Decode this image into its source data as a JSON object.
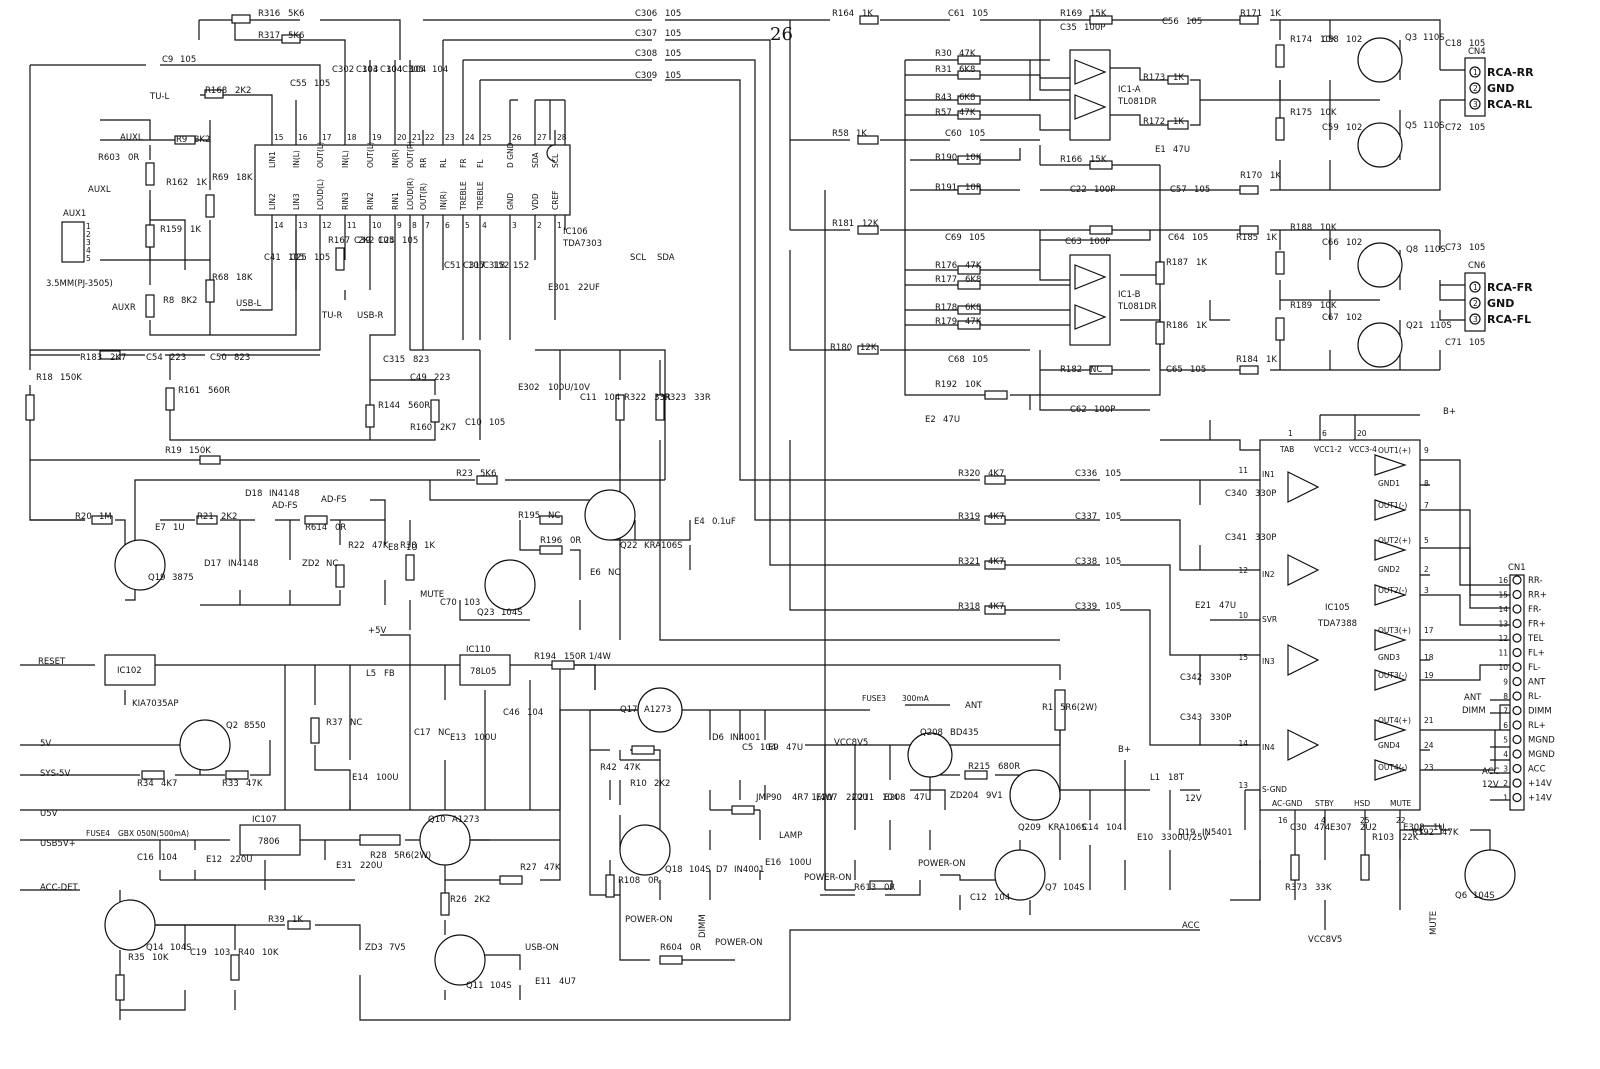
{
  "sheet_number": "26",
  "ics": {
    "ic106": {
      "ref": "IC106",
      "part": "TDA7303",
      "top_pins": [
        {
          "num": "15",
          "name": "LIN1"
        },
        {
          "num": "16",
          "name": "IN(L)"
        },
        {
          "num": "17",
          "name": "OUT(L)"
        },
        {
          "num": "18",
          "name": "IN(L)"
        },
        {
          "num": "19",
          "name": "OUT(L)"
        },
        {
          "num": "20",
          "name": "IN(R)"
        },
        {
          "num": "21",
          "name": "OUT(R)"
        },
        {
          "num": "22",
          "name": "RR"
        },
        {
          "num": "23",
          "name": "RL"
        },
        {
          "num": "24",
          "name": "FR"
        },
        {
          "num": "25",
          "name": "FL"
        },
        {
          "num": "26",
          "name": "D GND"
        },
        {
          "num": "27",
          "name": "SDA"
        },
        {
          "num": "28",
          "name": "SCL"
        }
      ],
      "bottom_pins": [
        {
          "num": "14",
          "name": "LIN2"
        },
        {
          "num": "13",
          "name": "LIN3"
        },
        {
          "num": "12",
          "name": "LOUD(L)"
        },
        {
          "num": "11",
          "name": "RIN3"
        },
        {
          "num": "10",
          "name": "RIN2"
        },
        {
          "num": "9",
          "name": "RIN1"
        },
        {
          "num": "8",
          "name": "LOUD(R)"
        },
        {
          "num": "7",
          "name": "OUT(R)"
        },
        {
          "num": "6",
          "name": "IN(R)"
        },
        {
          "num": "5",
          "name": "TREBLE"
        },
        {
          "num": "4",
          "name": "TREBLE"
        },
        {
          "num": "3",
          "name": "GND"
        },
        {
          "num": "2",
          "name": "VDD"
        },
        {
          "num": "1",
          "name": "CREF"
        }
      ]
    },
    "ic1a": {
      "ref": "IC1-A",
      "part": "TL081DR"
    },
    "ic1b": {
      "ref": "IC1-B",
      "part": "TL081DR"
    },
    "ic105": {
      "ref": "IC105",
      "part": "TDA7388",
      "left_pins": [
        {
          "num": "11",
          "name": "IN1"
        },
        {
          "num": "12",
          "name": "IN2"
        },
        {
          "num": "10",
          "name": "SVR"
        },
        {
          "num": "15",
          "name": "IN3"
        },
        {
          "num": "14",
          "name": "IN4"
        },
        {
          "num": "13",
          "name": "S-GND"
        }
      ],
      "top_pins": [
        {
          "num": "1",
          "name": "TAB"
        },
        {
          "num": "6",
          "name": "VCC1-2"
        },
        {
          "num": "20",
          "name": "VCC3-4"
        }
      ],
      "right_pins": [
        {
          "num": "9",
          "name": "OUT1(+)"
        },
        {
          "num": "8",
          "name": "GND1"
        },
        {
          "num": "7",
          "name": "OUT1(-)"
        },
        {
          "num": "5",
          "name": "OUT2(+)"
        },
        {
          "num": "2",
          "name": "GND2"
        },
        {
          "num": "3",
          "name": "OUT2(-)"
        },
        {
          "num": "17",
          "name": "OUT3(+)"
        },
        {
          "num": "18",
          "name": "GND3"
        },
        {
          "num": "19",
          "name": "OUT3(-)"
        },
        {
          "num": "21",
          "name": "OUT4(+)"
        },
        {
          "num": "24",
          "name": "GND4"
        },
        {
          "num": "23",
          "name": "OUT4(-)"
        }
      ],
      "bottom_pins": [
        {
          "num": "16",
          "name": "AC-GND"
        },
        {
          "num": "4",
          "name": "STBY"
        },
        {
          "num": "25",
          "name": "HSD"
        },
        {
          "num": "22",
          "name": "MUTE"
        }
      ]
    },
    "ic102": {
      "ref": "IC102",
      "part": "KIA7035AP"
    },
    "ic110": {
      "ref": "IC110",
      "part": "78L05"
    },
    "ic107": {
      "ref": "IC107",
      "part": "7806"
    }
  },
  "connectors": {
    "cn4": {
      "ref": "CN4",
      "pins": [
        {
          "num": "1",
          "label": "RCA-RR"
        },
        {
          "num": "2",
          "label": "GND"
        },
        {
          "num": "3",
          "label": "RCA-RL"
        }
      ]
    },
    "cn6": {
      "ref": "CN6",
      "pins": [
        {
          "num": "1",
          "label": "RCA-FR"
        },
        {
          "num": "2",
          "label": "GND"
        },
        {
          "num": "3",
          "label": "RCA-FL"
        }
      ]
    },
    "cn1": {
      "ref": "CN1",
      "pins": [
        {
          "num": "16",
          "label": "RR-"
        },
        {
          "num": "15",
          "label": "RR+"
        },
        {
          "num": "14",
          "label": "FR-"
        },
        {
          "num": "13",
          "label": "FR+"
        },
        {
          "num": "12",
          "label": "TEL"
        },
        {
          "num": "11",
          "label": "FL+"
        },
        {
          "num": "10",
          "label": "FL-"
        },
        {
          "num": "9",
          "label": "ANT"
        },
        {
          "num": "8",
          "label": "RL-"
        },
        {
          "num": "7",
          "label": "DIMM"
        },
        {
          "num": "6",
          "label": "RL+"
        },
        {
          "num": "5",
          "label": "MGND"
        },
        {
          "num": "4",
          "label": "MGND"
        },
        {
          "num": "3",
          "label": "ACC"
        },
        {
          "num": "2",
          "label": "+14V"
        },
        {
          "num": "1",
          "label": "+14V"
        }
      ]
    },
    "aux1": {
      "ref": "AUX1",
      "desc": "3.5MM(PJ-3505)",
      "pins": [
        "1",
        "2",
        "3",
        "4",
        "5"
      ]
    }
  },
  "net_labels": [
    "TU-L",
    "AUXL",
    "AUXL",
    "AUXR",
    "USB-L",
    "TU-R",
    "USB-R",
    "SCL",
    "SDA",
    "AD-FS",
    "AD-FS",
    "MUTE",
    "RESET",
    "5V",
    "SYS-5V",
    "U5V",
    "USB5V+",
    "ACC-DET",
    "+5V",
    "USB-ON",
    "POWER-ON",
    "POWER-ON",
    "POWER-ON",
    "POWER-ON",
    "DIMM",
    "LAMP",
    "ANT",
    "VCC8V5",
    "B+",
    "B+",
    "12V",
    "ACC",
    "VCC8V5",
    "MUTE",
    "ANT",
    "DIMM",
    "ACC",
    "12V"
  ],
  "components": [
    {
      "ref": "R316",
      "value": "5K6"
    },
    {
      "ref": "R317",
      "value": "5K6"
    },
    {
      "ref": "C9",
      "value": "105"
    },
    {
      "ref": "R168",
      "value": "2K2"
    },
    {
      "ref": "C55",
      "value": "105"
    },
    {
      "ref": "C302",
      "value": "104"
    },
    {
      "ref": "C303",
      "value": "104"
    },
    {
      "ref": "C304",
      "value": "104"
    },
    {
      "ref": "C305",
      "value": "104"
    },
    {
      "ref": "R9",
      "value": "8K2"
    },
    {
      "ref": "R603",
      "value": "0R"
    },
    {
      "ref": "R162",
      "value": "1K"
    },
    {
      "ref": "R69",
      "value": "18K"
    },
    {
      "ref": "R159",
      "value": "1K"
    },
    {
      "ref": "R68",
      "value": "18K"
    },
    {
      "ref": "R8",
      "value": "8K2"
    },
    {
      "ref": "C41",
      "value": "105"
    },
    {
      "ref": "C25",
      "value": "105"
    },
    {
      "ref": "R167",
      "value": "2K2"
    },
    {
      "ref": "C39",
      "value": "105"
    },
    {
      "ref": "C24",
      "value": "105"
    },
    {
      "ref": "C51",
      "value": "105"
    },
    {
      "ref": "C317",
      "value": "152"
    },
    {
      "ref": "C318",
      "value": "152"
    },
    {
      "ref": "E301",
      "value": "22UF"
    },
    {
      "ref": "C306",
      "value": "105"
    },
    {
      "ref": "C307",
      "value": "105"
    },
    {
      "ref": "C308",
      "value": "105"
    },
    {
      "ref": "C309",
      "value": "105"
    },
    {
      "ref": "R183",
      "value": "2K7"
    },
    {
      "ref": "C54",
      "value": "223"
    },
    {
      "ref": "C50",
      "value": "823"
    },
    {
      "ref": "R161",
      "value": "560R"
    },
    {
      "ref": "R18",
      "value": "150K"
    },
    {
      "ref": "C315",
      "value": "823"
    },
    {
      "ref": "C49",
      "value": "223"
    },
    {
      "ref": "R144",
      "value": "560R"
    },
    {
      "ref": "R160",
      "value": "2K7"
    },
    {
      "ref": "C10",
      "value": "105"
    },
    {
      "ref": "E302",
      "value": "100U/10V"
    },
    {
      "ref": "C11",
      "value": "104"
    },
    {
      "ref": "R322",
      "value": "33R"
    },
    {
      "ref": "R323",
      "value": "33R"
    },
    {
      "ref": "R19",
      "value": "150K"
    },
    {
      "ref": "R23",
      "value": "5K6"
    },
    {
      "ref": "R20",
      "value": "1M"
    },
    {
      "ref": "E7",
      "value": "1U"
    },
    {
      "ref": "R21",
      "value": "2K2"
    },
    {
      "ref": "D18",
      "value": "IN4148"
    },
    {
      "ref": "D17",
      "value": "IN4148"
    },
    {
      "ref": "R614",
      "value": "0R"
    },
    {
      "ref": "ZD2",
      "value": "NC"
    },
    {
      "ref": "R22",
      "value": "47K"
    },
    {
      "ref": "E8",
      "value": "1U"
    },
    {
      "ref": "R38",
      "value": "1K"
    },
    {
      "ref": "Q19",
      "value": "3875"
    },
    {
      "ref": "R195",
      "value": "NC"
    },
    {
      "ref": "R196",
      "value": "0R"
    },
    {
      "ref": "E6",
      "value": "NC"
    },
    {
      "ref": "Q22",
      "value": "KRA106S"
    },
    {
      "ref": "Q23",
      "value": "104S"
    },
    {
      "ref": "C70",
      "value": "103"
    },
    {
      "ref": "E4",
      "value": "0.1uF"
    },
    {
      "ref": "R164",
      "value": "1K"
    },
    {
      "ref": "C61",
      "value": "105"
    },
    {
      "ref": "R169",
      "value": "15K"
    },
    {
      "ref": "C35",
      "value": "100P"
    },
    {
      "ref": "C56",
      "value": "105"
    },
    {
      "ref": "R171",
      "value": "1K"
    },
    {
      "ref": "R30",
      "value": "47K"
    },
    {
      "ref": "R31",
      "value": "6K8"
    },
    {
      "ref": "R173",
      "value": "1K"
    },
    {
      "ref": "R43",
      "value": "6K8"
    },
    {
      "ref": "R57",
      "value": "47K"
    },
    {
      "ref": "R172",
      "value": "1K"
    },
    {
      "ref": "R58",
      "value": "1K"
    },
    {
      "ref": "C60",
      "value": "105"
    },
    {
      "ref": "E1",
      "value": "47U"
    },
    {
      "ref": "R190",
      "value": "10K"
    },
    {
      "ref": "R166",
      "value": "15K"
    },
    {
      "ref": "R191",
      "value": "10R"
    },
    {
      "ref": "C22",
      "value": "100P"
    },
    {
      "ref": "C57",
      "value": "105"
    },
    {
      "ref": "R170",
      "value": "1K"
    },
    {
      "ref": "R174",
      "value": "10K"
    },
    {
      "ref": "C58",
      "value": "102"
    },
    {
      "ref": "R175",
      "value": "10K"
    },
    {
      "ref": "C59",
      "value": "102"
    },
    {
      "ref": "Q3",
      "value": "110S"
    },
    {
      "ref": "Q5",
      "value": "110S"
    },
    {
      "ref": "C18",
      "value": "105"
    },
    {
      "ref": "C72",
      "value": "105"
    },
    {
      "ref": "R181",
      "value": "12K"
    },
    {
      "ref": "C69",
      "value": "105"
    },
    {
      "ref": "C63",
      "value": "100P"
    },
    {
      "ref": "C64",
      "value": "105"
    },
    {
      "ref": "R185",
      "value": "1K"
    },
    {
      "ref": "R176",
      "value": "47K"
    },
    {
      "ref": "R177",
      "value": "6K8"
    },
    {
      "ref": "R187",
      "value": "1K"
    },
    {
      "ref": "R178",
      "value": "6K8"
    },
    {
      "ref": "R179",
      "value": "47K"
    },
    {
      "ref": "R186",
      "value": "1K"
    },
    {
      "ref": "R180",
      "value": "12K"
    },
    {
      "ref": "C68",
      "value": "105"
    },
    {
      "ref": "R182",
      "value": "NC"
    },
    {
      "ref": "C65",
      "value": "105"
    },
    {
      "ref": "R184",
      "value": "1K"
    },
    {
      "ref": "R192",
      "value": "10K"
    },
    {
      "ref": "E2",
      "value": "47U"
    },
    {
      "ref": "C62",
      "value": "100P"
    },
    {
      "ref": "R188",
      "value": "10K"
    },
    {
      "ref": "C66",
      "value": "102"
    },
    {
      "ref": "R189",
      "value": "10K"
    },
    {
      "ref": "C67",
      "value": "102"
    },
    {
      "ref": "Q8",
      "value": "110S"
    },
    {
      "ref": "Q21",
      "value": "110S"
    },
    {
      "ref": "C73",
      "value": "105"
    },
    {
      "ref": "C71",
      "value": "105"
    },
    {
      "ref": "R320",
      "value": "4K7"
    },
    {
      "ref": "C336",
      "value": "105"
    },
    {
      "ref": "R319",
      "value": "4K7"
    },
    {
      "ref": "C337",
      "value": "105"
    },
    {
      "ref": "R321",
      "value": "4K7"
    },
    {
      "ref": "C338",
      "value": "105"
    },
    {
      "ref": "R318",
      "value": "4K7"
    },
    {
      "ref": "C339",
      "value": "105"
    },
    {
      "ref": "C340",
      "value": "330P"
    },
    {
      "ref": "C341",
      "value": "330P"
    },
    {
      "ref": "E21",
      "value": "47U"
    },
    {
      "ref": "C342",
      "value": "330P"
    },
    {
      "ref": "C343",
      "value": "330P"
    },
    {
      "ref": "C30",
      "value": "474"
    },
    {
      "ref": "R373",
      "value": "33K"
    },
    {
      "ref": "E307",
      "value": "2U2"
    },
    {
      "ref": "R103",
      "value": "22K"
    },
    {
      "ref": "E308",
      "value": "1U"
    },
    {
      "ref": "R392",
      "value": "47K"
    },
    {
      "ref": "Q6",
      "value": "104S"
    },
    {
      "ref": "Q2",
      "value": "8550"
    },
    {
      "ref": "R34",
      "value": "4K7"
    },
    {
      "ref": "R33",
      "value": "47K"
    },
    {
      "ref": "L5",
      "value": "FB"
    },
    {
      "ref": "R37",
      "value": "NC"
    },
    {
      "ref": "E14",
      "value": "100U"
    },
    {
      "ref": "C17",
      "value": "NC"
    },
    {
      "ref": "E13",
      "value": "100U"
    },
    {
      "ref": "C46",
      "value": "104"
    },
    {
      "ref": "R194",
      "value": "150R 1/4W"
    },
    {
      "ref": "R28",
      "value": "5R6(2W)"
    },
    {
      "ref": "Q10",
      "value": "A1273"
    },
    {
      "ref": "C16",
      "value": "104"
    },
    {
      "ref": "E12",
      "value": "220U"
    },
    {
      "ref": "E31",
      "value": "220U"
    },
    {
      "ref": "R27",
      "value": "47K"
    },
    {
      "ref": "R26",
      "value": "2K2"
    },
    {
      "ref": "Q11",
      "value": "104S"
    },
    {
      "ref": "E11",
      "value": "4U7"
    },
    {
      "ref": "Q14",
      "value": "104S"
    },
    {
      "ref": "R35",
      "value": "10K"
    },
    {
      "ref": "C19",
      "value": "103"
    },
    {
      "ref": "R40",
      "value": "10K"
    },
    {
      "ref": "R39",
      "value": "1K"
    },
    {
      "ref": "ZD3",
      "value": "7V5"
    },
    {
      "ref": "Q17",
      "value": "A1273"
    },
    {
      "ref": "R42",
      "value": "47K"
    },
    {
      "ref": "R10",
      "value": "2K2"
    },
    {
      "ref": "Q18",
      "value": "104S"
    },
    {
      "ref": "R108",
      "value": "0R"
    },
    {
      "ref": "R604",
      "value": "0R"
    },
    {
      "ref": "D6",
      "value": "IN4001"
    },
    {
      "ref": "D7",
      "value": "IN4001"
    },
    {
      "ref": "C5",
      "value": "104"
    },
    {
      "ref": "E9",
      "value": "47U"
    },
    {
      "ref": "JMP90",
      "value": "4R7 1/4W"
    },
    {
      "ref": "E16",
      "value": "100U"
    },
    {
      "ref": "E207",
      "value": "220U"
    },
    {
      "ref": "C211",
      "value": "104"
    },
    {
      "ref": "E208",
      "value": "47U"
    },
    {
      "ref": "Q208",
      "value": "BD435"
    },
    {
      "ref": "ZD204",
      "value": "9V1"
    },
    {
      "ref": "R215",
      "value": "680R"
    },
    {
      "ref": "Q209",
      "value": "KRA106S"
    },
    {
      "ref": "R613",
      "value": "0R"
    },
    {
      "ref": "C12",
      "value": "104"
    },
    {
      "ref": "Q7",
      "value": "104S"
    },
    {
      "ref": "R1",
      "value": "5R6(2W)"
    },
    {
      "ref": "C14",
      "value": "104"
    },
    {
      "ref": "E10",
      "value": "3300U/25V"
    },
    {
      "ref": "L1",
      "value": "18T"
    },
    {
      "ref": "D19",
      "value": "IN5401"
    }
  ],
  "fuses": [
    {
      "ref": "FUSE3",
      "value": "300mA"
    },
    {
      "ref": "FUSE4",
      "value": "GBX 050N(500mA)"
    }
  ]
}
